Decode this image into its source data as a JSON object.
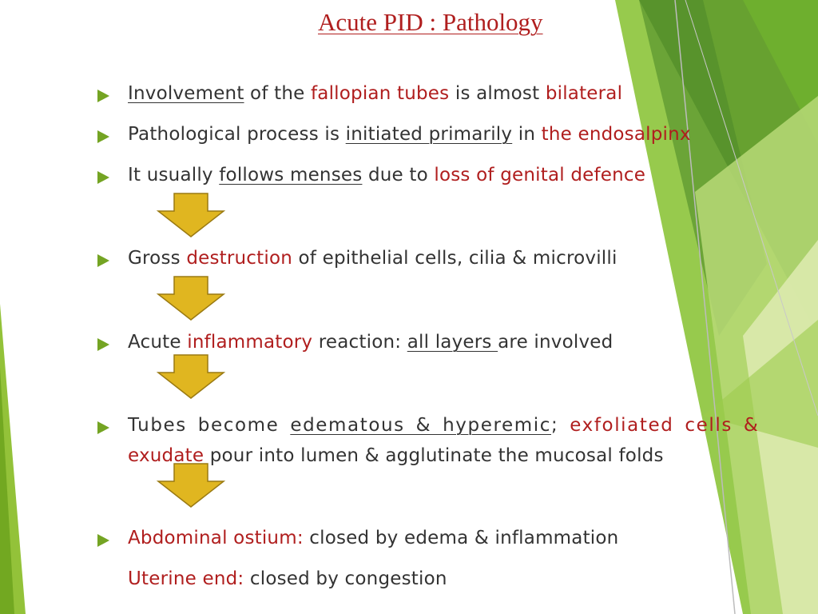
{
  "title": "Acute PID : Pathology",
  "lines": {
    "l1": {
      "t1": "Involvement",
      "t2": " of the ",
      "t3": "fallopian tubes",
      "t4": " is almost ",
      "t5": "bilateral"
    },
    "l2": {
      "t1": "Pathological process is ",
      "t2": "initiated primarily",
      "t3": " in ",
      "t4": "the endosalpinx"
    },
    "l3": {
      "t1": "It usually ",
      "t2": "follows menses",
      "t3": " due to ",
      "t4": "loss of genital defence"
    },
    "l4": {
      "t1": "Gross ",
      "t2": "destruction",
      "t3": " of epithelial cells, cilia & microvilli"
    },
    "l5": {
      "t1": "Acute ",
      "t2": "inflammatory",
      "t3": " reaction: ",
      "t4": "all layers ",
      "t5": "are involved"
    },
    "l6": {
      "t1": "Tubes become ",
      "t2": "edematous & hyperemic",
      "t3": "; ",
      "t4": "exfoliated cells &"
    },
    "l7": {
      "t1": "exudate",
      "t2": " pour into lumen & agglutinate the mucosal folds"
    },
    "l8": {
      "t1": "Abdominal ostium:",
      "t2": " closed by edema & inflammation"
    },
    "l9": {
      "t1": "Uterine end:",
      "t2": " closed by congestion"
    }
  },
  "colors": {
    "accent_red": "#b01e1e",
    "bullet_green": "#74a423",
    "arrow_fill": "#e0b620",
    "body_text": "#333333"
  },
  "icons": {
    "bullet": "triangle-bullet-icon",
    "flow": "down-arrow-icon"
  }
}
